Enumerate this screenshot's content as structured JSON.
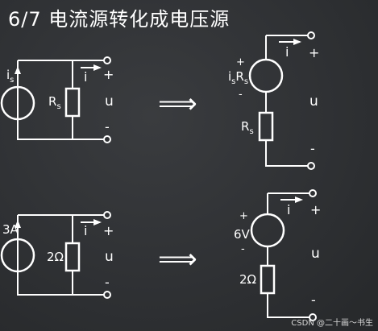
{
  "title": "6/7 电流源转化成电压源",
  "watermark": "CSDN @二十画～书生",
  "top_left": {
    "source_label": "i",
    "source_sub": "s",
    "resistor_label": "R",
    "resistor_sub": "s",
    "current_label": "i",
    "plus": "+",
    "minus": "-",
    "voltage_label": "u"
  },
  "top_right": {
    "source_label_a": "i",
    "source_sub_a": "s",
    "source_label_b": "R",
    "source_sub_b": "s",
    "resistor_label": "R",
    "resistor_sub": "s",
    "current_label": "i",
    "plus": "+",
    "minus": "-",
    "source_plus": "+",
    "source_minus": "-",
    "voltage_label": "u"
  },
  "bottom_left": {
    "source_label": "3A",
    "resistor_label": "2Ω",
    "current_label": "i",
    "plus": "+",
    "minus": "-",
    "voltage_label": "u"
  },
  "bottom_right": {
    "source_label": "6V",
    "resistor_label": "2Ω",
    "current_label": "i",
    "plus": "+",
    "minus": "-",
    "source_plus": "+",
    "source_minus": "-",
    "voltage_label": "u"
  },
  "arrow_symbol": "⟹"
}
